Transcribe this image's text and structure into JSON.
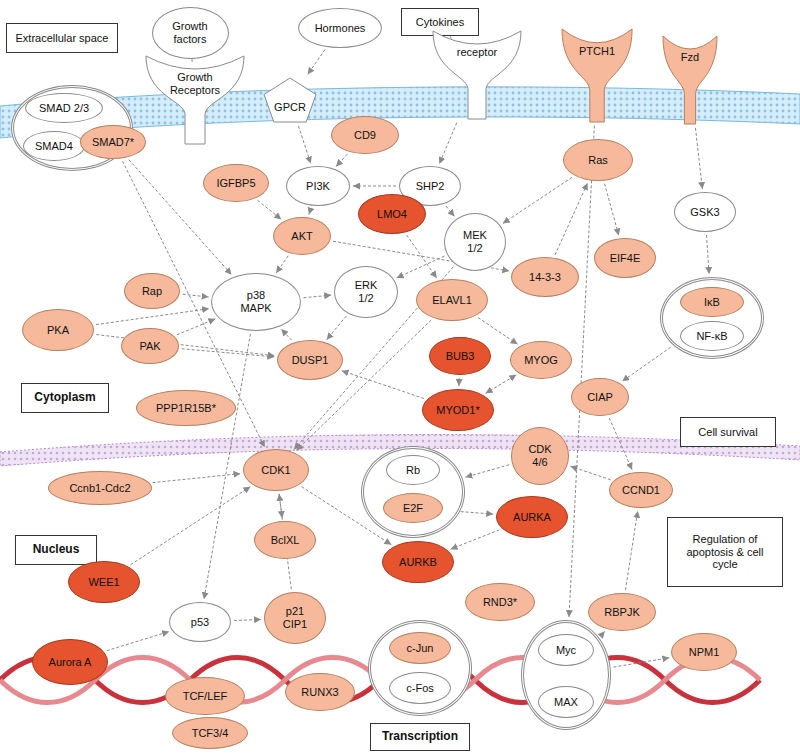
{
  "diagram": {
    "nodes": [
      {
        "text": [
          "Extracellular space"
        ]
      },
      {
        "text": [
          "Growth factors"
        ]
      },
      {
        "text": [
          "Hormones"
        ]
      },
      {
        "text": [
          "Cytokines"
        ]
      },
      {
        "text": [
          "Growth Receptors"
        ]
      },
      {
        "text": [
          "GPCR"
        ]
      },
      {
        "text": [
          "receptor"
        ]
      },
      {
        "text": [
          "PTCH1"
        ]
      },
      {
        "text": [
          "Fzd"
        ]
      },
      {
        "text": []
      },
      {
        "text": [
          "SMAD 2/3"
        ],
        "in": 9
      },
      {
        "text": [
          "SMAD4"
        ],
        "in": 9
      },
      {
        "text": [
          "SMAD7*"
        ]
      },
      {
        "text": [
          "CD9"
        ]
      },
      {
        "text": [
          "IGFBP5"
        ]
      },
      {
        "text": [
          "PI3K"
        ]
      },
      {
        "text": [
          "SHP2"
        ]
      },
      {
        "text": [
          "Ras"
        ]
      },
      {
        "text": [
          "LMO4"
        ]
      },
      {
        "text": [
          "GSK3"
        ]
      },
      {
        "text": [
          "AKT"
        ]
      },
      {
        "text": [
          "MEK 1/2"
        ]
      },
      {
        "text": [
          "14-3-3"
        ]
      },
      {
        "text": [
          "EIF4E"
        ]
      },
      {
        "text": [
          "Rap"
        ]
      },
      {
        "text": [
          "PKA"
        ]
      },
      {
        "text": [
          "p38 MAPK"
        ]
      },
      {
        "text": [
          "ERK 1/2"
        ]
      },
      {
        "text": [
          "ELAVL1"
        ]
      },
      {
        "text": []
      },
      {
        "text": [
          "IκB"
        ],
        "in": 29
      },
      {
        "text": [
          "NF-κB"
        ],
        "in": 29
      },
      {
        "text": [
          "PAK"
        ]
      },
      {
        "text": [
          "DUSP1"
        ]
      },
      {
        "text": [
          "BUB3"
        ]
      },
      {
        "text": [
          "MYOG"
        ]
      },
      {
        "text": [
          "Cytoplasm"
        ]
      },
      {
        "text": [
          "PPP1R15B*"
        ]
      },
      {
        "text": [
          "MYOD1*"
        ]
      },
      {
        "text": [
          "CIAP"
        ]
      },
      {
        "text": [
          "Cell survival"
        ]
      },
      {
        "text": [
          "Ccnb1-Cdc2"
        ]
      },
      {
        "text": [
          "CDK1"
        ]
      },
      {
        "text": []
      },
      {
        "text": [
          "Rb"
        ],
        "in": 43
      },
      {
        "text": [
          "E2F"
        ],
        "in": 43
      },
      {
        "text": [
          "CDK 4/6"
        ]
      },
      {
        "text": [
          "CCND1"
        ]
      },
      {
        "text": [
          "Nucleus"
        ]
      },
      {
        "text": [
          "BclXL"
        ]
      },
      {
        "text": [
          "AURKA"
        ]
      },
      {
        "text": [
          "AURKB"
        ]
      },
      {
        "text": [
          "Regulation of apoptosis & cell cycle"
        ]
      },
      {
        "text": [
          "WEE1"
        ]
      },
      {
        "text": [
          "p53"
        ]
      },
      {
        "text": [
          "p21 CIP1"
        ]
      },
      {
        "text": [
          "RND3*"
        ]
      },
      {
        "text": [
          "RBPJK"
        ]
      },
      {
        "text": []
      },
      {
        "text": [
          "c-Jun"
        ],
        "in": 58
      },
      {
        "text": [
          "c-Fos"
        ],
        "in": 58
      },
      {
        "text": []
      },
      {
        "text": [
          "Myc"
        ],
        "in": 61
      },
      {
        "text": [
          "MAX"
        ],
        "in": 61
      },
      {
        "text": [
          "NPM1"
        ]
      },
      {
        "text": [
          "Aurora A"
        ]
      },
      {
        "text": [
          "TCF/LEF"
        ]
      },
      {
        "text": [
          "RUNX3"
        ]
      },
      {
        "text": [
          "TCF3/4"
        ]
      },
      {
        "text": [
          "Transcription"
        ]
      }
    ],
    "edges": [
      {
        "from": 1,
        "to": 4,
        "arrow": "to"
      },
      {
        "from": 2,
        "to": 5,
        "arrow": "to"
      },
      {
        "from": 3,
        "to": 6,
        "arrow": "to"
      },
      {
        "from": 5,
        "to": 15,
        "arrow": "to"
      },
      {
        "from": 6,
        "to": 16,
        "arrow": "to"
      },
      {
        "from": 16,
        "to": 15,
        "arrow": "to"
      },
      {
        "from": 16,
        "to": 21,
        "arrow": "to"
      },
      {
        "from": 15,
        "to": 20,
        "arrow": "to"
      },
      {
        "from": 21,
        "to": 27,
        "arrow": "to"
      },
      {
        "from": 26,
        "to": 27,
        "arrow": "to"
      },
      {
        "from": 20,
        "to": 26,
        "arrow": "to"
      },
      {
        "from": 12,
        "to": 26,
        "arrow": "to"
      },
      {
        "from": 24,
        "to": 26,
        "arrow": "to"
      },
      {
        "from": 25,
        "to": 26,
        "arrow": "to"
      },
      {
        "from": 32,
        "to": 26,
        "arrow": "to"
      },
      {
        "from": 32,
        "to": 33,
        "arrow": "to"
      },
      {
        "from": 25,
        "to": 33,
        "arrow": "to"
      },
      {
        "from": 20,
        "to": 22,
        "arrow": "to"
      },
      {
        "from": 22,
        "to": 17,
        "arrow": "to"
      },
      {
        "from": 17,
        "to": 21,
        "arrow": "to"
      },
      {
        "from": 17,
        "to": 23,
        "arrow": "to"
      },
      {
        "from": 8,
        "to": 19,
        "arrow": "to"
      },
      {
        "from": 19,
        "to": 29,
        "arrow": "to"
      },
      {
        "from": 29,
        "to": 39,
        "arrow": "to"
      },
      {
        "from": 39,
        "to": 47,
        "arrow": "to"
      },
      {
        "from": 28,
        "to": 35,
        "arrow": "to"
      },
      {
        "from": 38,
        "to": 35,
        "arrow": "both"
      },
      {
        "from": 38,
        "to": 33,
        "arrow": "to"
      },
      {
        "from": 34,
        "to": 38,
        "arrow": "to"
      },
      {
        "from": 27,
        "to": 33,
        "arrow": "to"
      },
      {
        "from": 33,
        "to": 26,
        "arrow": "to"
      },
      {
        "from": 26,
        "to": 54,
        "arrow": "to"
      },
      {
        "from": 12,
        "to": 42,
        "arrow": "to"
      },
      {
        "from": 41,
        "to": 42,
        "arrow": "to"
      },
      {
        "from": 42,
        "to": 51,
        "arrow": "to"
      },
      {
        "from": 42,
        "to": 49,
        "arrow": "to"
      },
      {
        "from": 54,
        "to": 55,
        "arrow": "to"
      },
      {
        "from": 55,
        "to": 42,
        "arrow": "to"
      },
      {
        "from": 53,
        "to": 42,
        "arrow": "to"
      },
      {
        "from": 46,
        "to": 43,
        "arrow": "to"
      },
      {
        "from": 47,
        "to": 46,
        "arrow": "to"
      },
      {
        "from": 50,
        "to": 51,
        "arrow": "to"
      },
      {
        "from": 45,
        "to": 50,
        "arrow": "to"
      },
      {
        "from": 65,
        "to": 54,
        "arrow": "to"
      },
      {
        "from": 28,
        "to": 42,
        "arrow": "to"
      },
      {
        "from": 7,
        "to": 61,
        "arrow": "to"
      },
      {
        "from": 61,
        "to": 64,
        "arrow": "to"
      },
      {
        "from": 61,
        "to": 57,
        "arrow": "to"
      },
      {
        "from": 57,
        "to": 47,
        "arrow": "to"
      },
      {
        "from": 21,
        "to": 42,
        "arrow": "to"
      },
      {
        "from": 14,
        "to": 20,
        "arrow": "to"
      },
      {
        "from": 13,
        "to": 15,
        "arrow": "to"
      },
      {
        "from": 18,
        "to": 28,
        "arrow": "to"
      }
    ]
  }
}
